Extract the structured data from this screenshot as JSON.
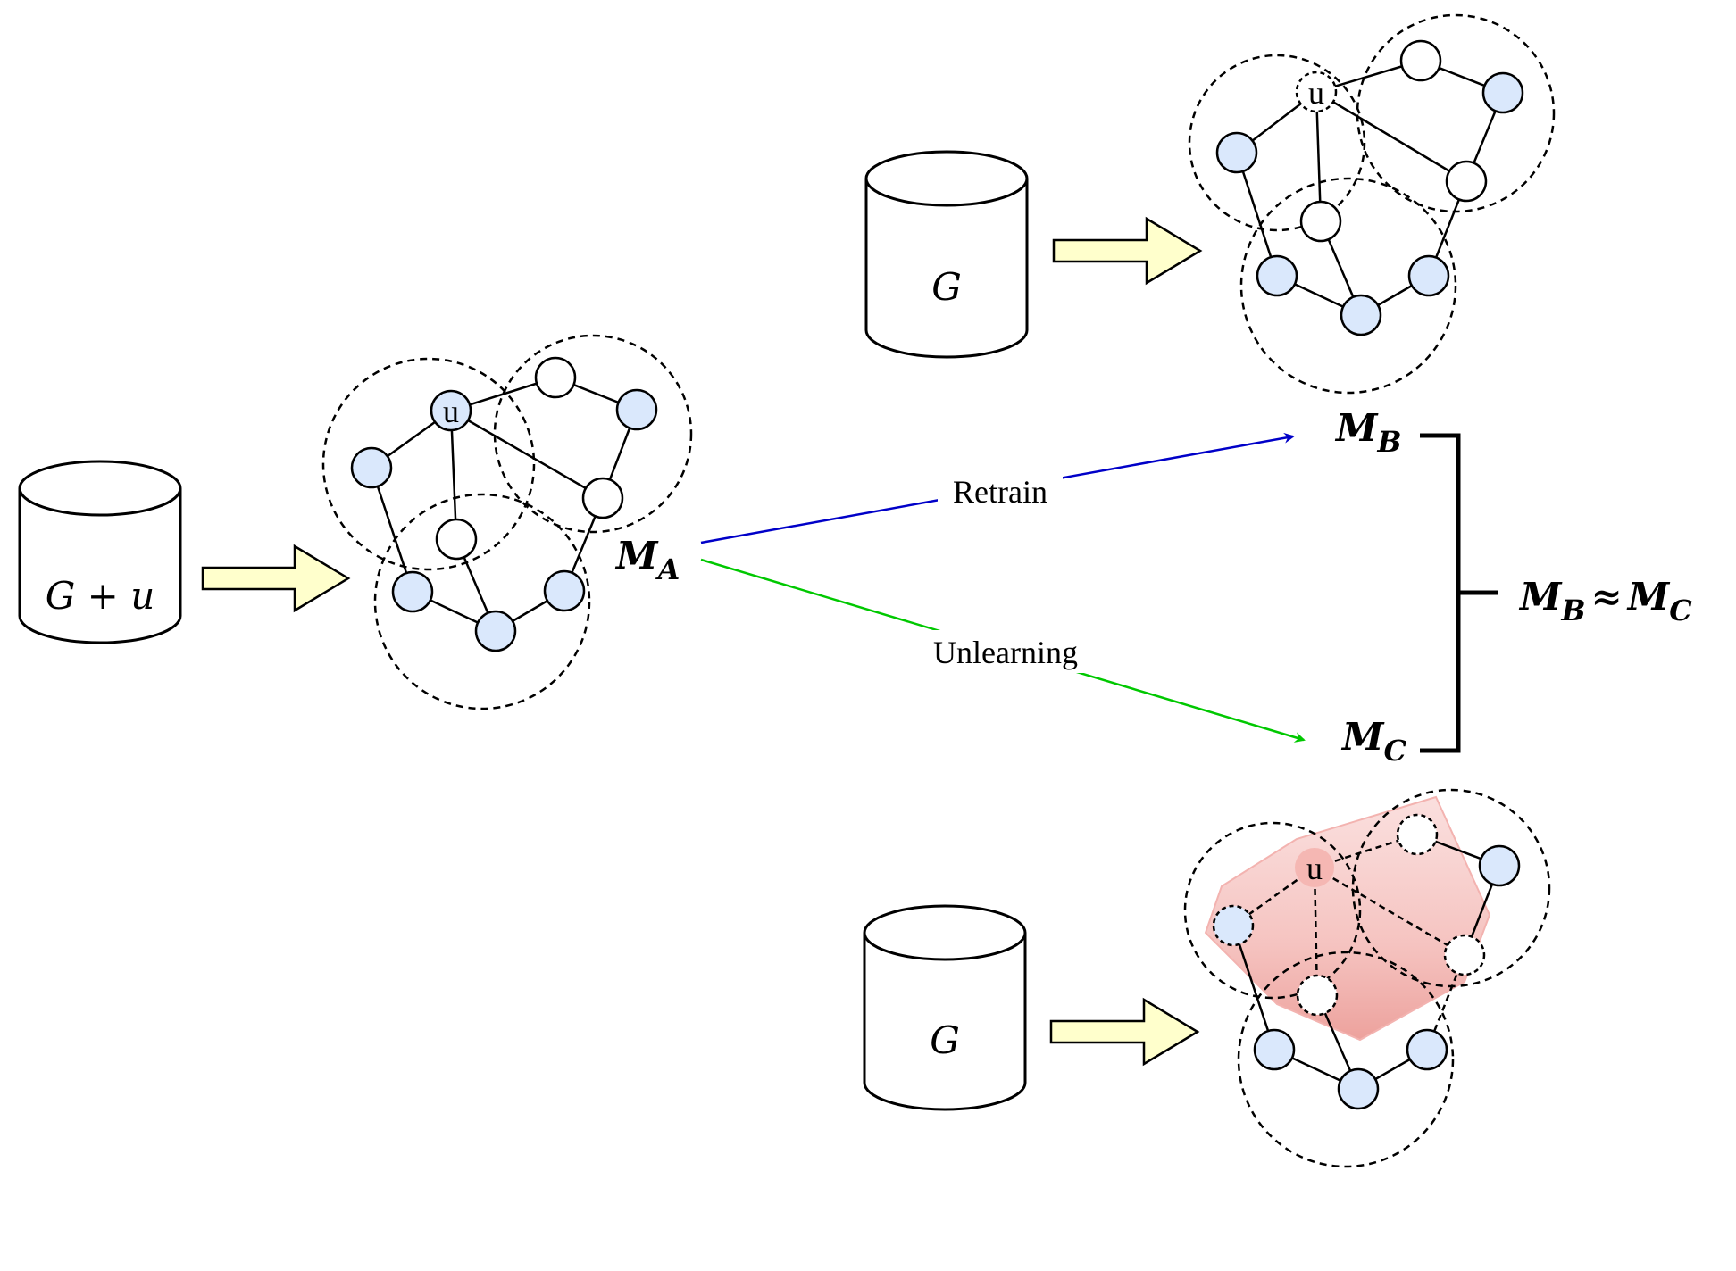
{
  "datasets": {
    "full": {
      "label": "G + u"
    },
    "retrain": {
      "label": "G"
    },
    "unlearn": {
      "label": "G"
    }
  },
  "node_label": "u",
  "models": {
    "a": {
      "letter": "M",
      "sub": "A"
    },
    "b": {
      "letter": "M",
      "sub": "B"
    },
    "c": {
      "letter": "M",
      "sub": "C"
    }
  },
  "arrows": {
    "retrain": {
      "label": "Retrain",
      "color": "#0000c8"
    },
    "unlearning": {
      "label": "Unlearning",
      "color": "#00c800"
    }
  },
  "equivalence": {
    "lhs_letter": "M",
    "lhs_sub": "B",
    "symbol": "≈",
    "rhs_letter": "M",
    "rhs_sub": "C"
  },
  "colors": {
    "node_fill": "#dae8fc",
    "block_arrow_fill": "#ffffcc",
    "removed_region": "#f8cecc"
  }
}
